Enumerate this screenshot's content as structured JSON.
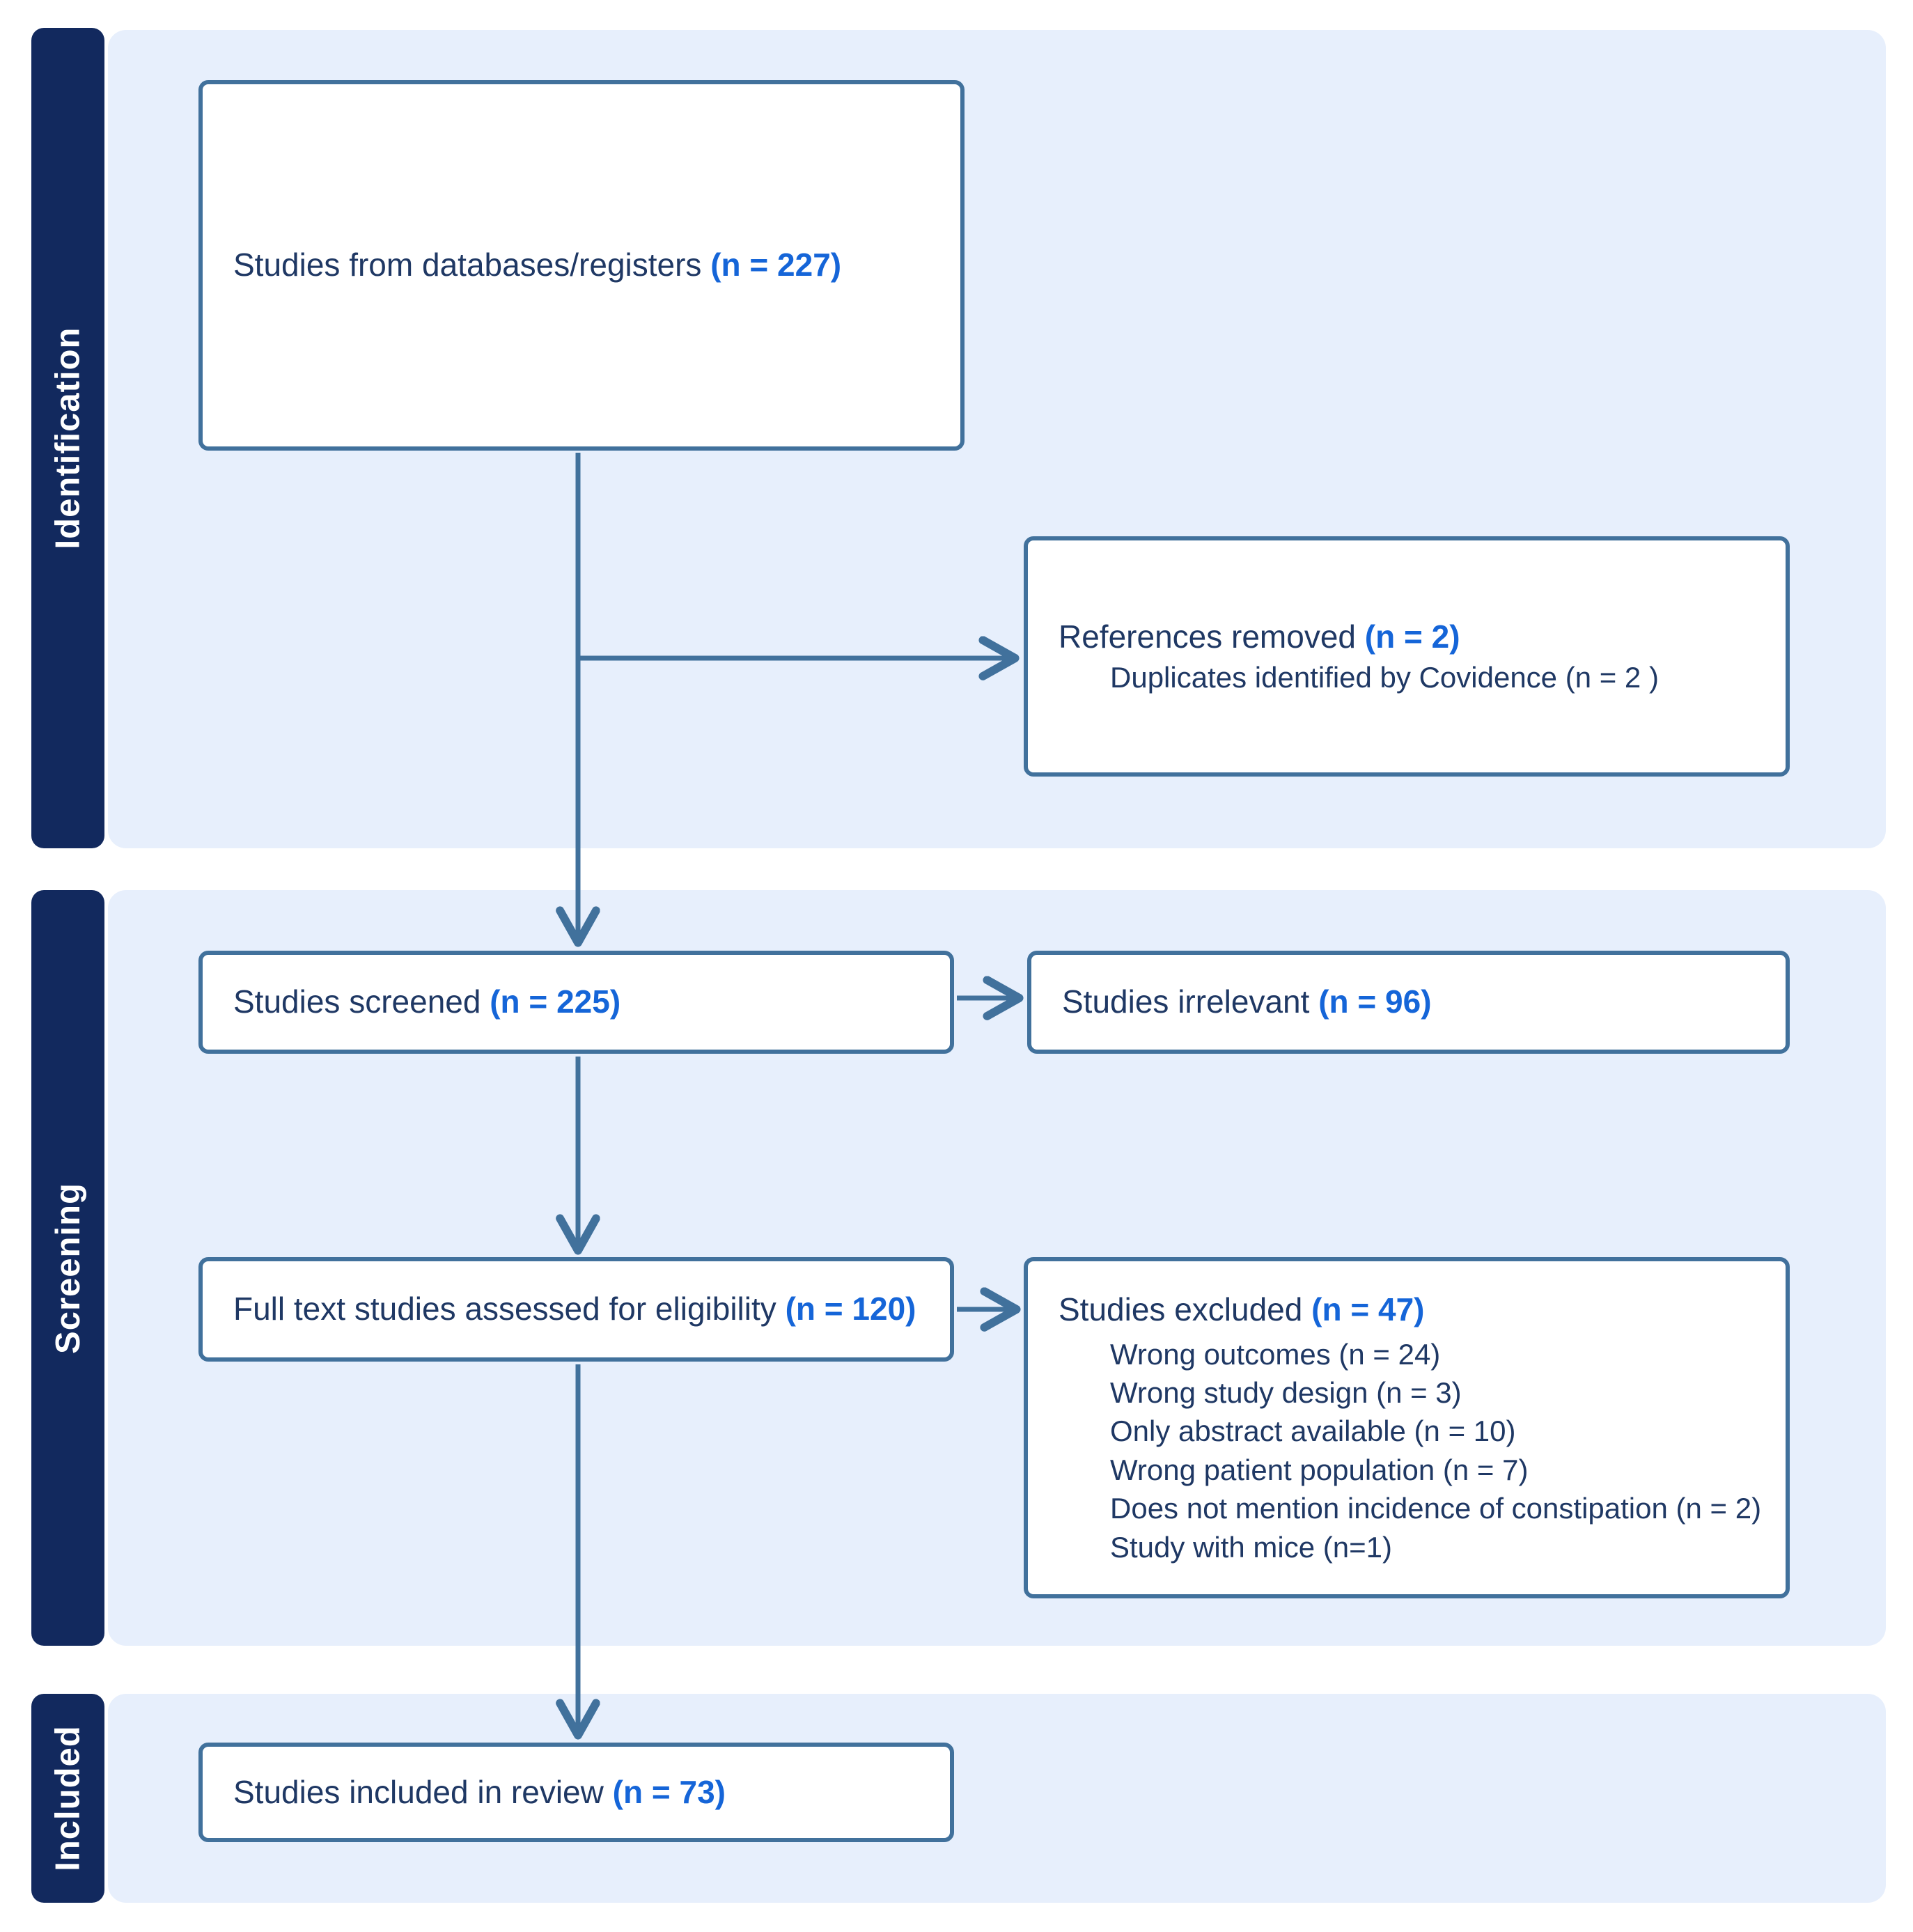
{
  "diagram_type": "PRISMA flow diagram",
  "sections": [
    {
      "label": "Identification"
    },
    {
      "label": "Screening"
    },
    {
      "label": "Included"
    }
  ],
  "boxes": {
    "databases": {
      "label": "Studies from databases/registers",
      "n": "(n = 227)"
    },
    "references_removed": {
      "label": "References removed",
      "n": "(n = 2)",
      "detail": "Duplicates identified by Covidence (n = 2 )"
    },
    "screened": {
      "label": "Studies screened",
      "n": "(n = 225)"
    },
    "irrelevant": {
      "label": "Studies irrelevant",
      "n": "(n = 96)"
    },
    "fulltext": {
      "label": "Full text studies assessed for eligibility",
      "n": "(n = 120)"
    },
    "excluded": {
      "label": "Studies excluded",
      "n": "(n = 47)",
      "items": [
        "Wrong outcomes (n = 24)",
        "Wrong study design (n = 3)",
        "Only abstract available (n = 10)",
        "Wrong patient population (n = 7)",
        "Does not mention incidence of constipation (n = 2)",
        "Study with mice (n=1)"
      ]
    },
    "included": {
      "label": "Studies included in review",
      "n": "(n = 73)"
    }
  },
  "colors": {
    "rail_navy": "#12295e",
    "panel_light_blue": "#e7effc",
    "box_border_steel_blue": "#41719c",
    "text_navy": "#1f3864",
    "count_blue": "#1565d8"
  }
}
